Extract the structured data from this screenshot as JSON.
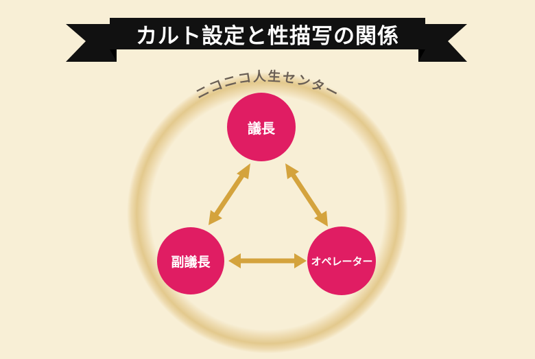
{
  "title": "カルト設定と性描写の関係",
  "organization": "ニコニコ人生センター",
  "nodes": {
    "top": "議長",
    "bottom_left": "副議長",
    "bottom_right": "オペレーター"
  },
  "colors": {
    "background": "#f8efd6",
    "banner": "#111111",
    "node": "#e01d63",
    "arrow": "#d4a33d",
    "ring": "#e3c98d"
  }
}
